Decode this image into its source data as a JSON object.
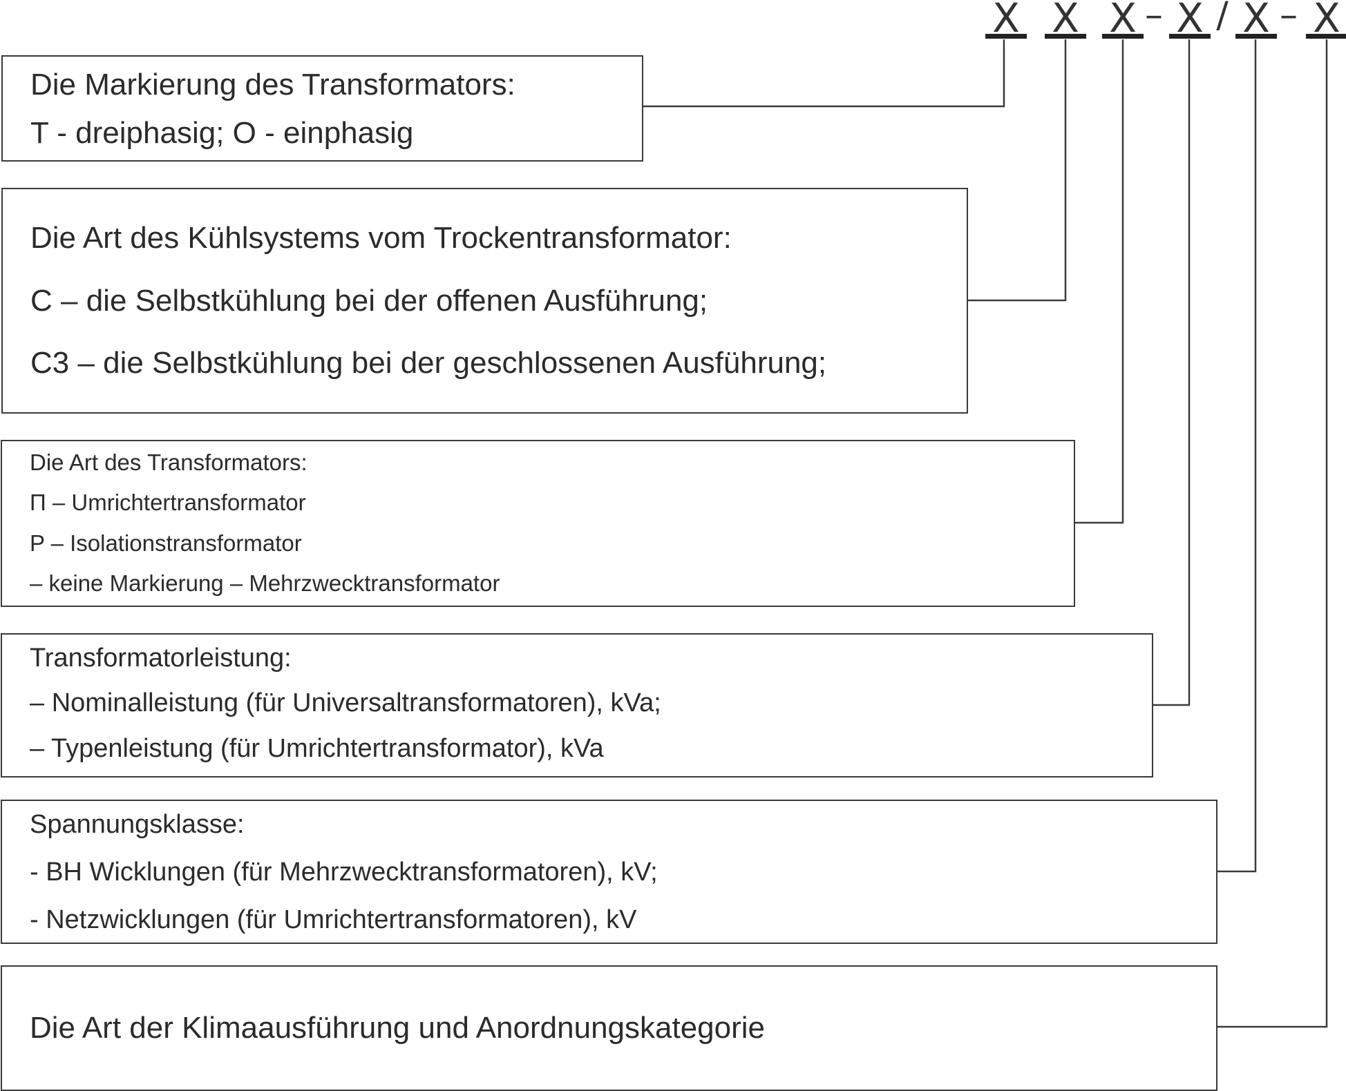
{
  "code": {
    "chars": [
      "X",
      "X",
      "X",
      "X",
      "X",
      "X"
    ],
    "separators": [
      "–",
      "/",
      "–"
    ]
  },
  "boxes": [
    {
      "lines": [
        "Die Markierung des Transformators:",
        "T - dreiphasig; O - einphasig"
      ]
    },
    {
      "lines": [
        "Die Art des Kühlsystems vom Trockentransformator:",
        "C –  die Selbstkühlung bei der offenen Ausführung;",
        "C3 – die Selbstkühlung bei der geschlossenen Ausführung;"
      ]
    },
    {
      "lines": [
        "Die Art des Transformators:",
        "П – Umrichtertransformator",
        "P – Isolationstransformator",
        "– keine Markierung – Mehrzwecktransformator"
      ]
    },
    {
      "lines": [
        "Transformatorleistung:",
        "– Nominalleistung (für Universaltransformatoren), kVa;",
        "– Typenleistung (für Umrichtertransformator), kVa"
      ]
    },
    {
      "lines": [
        "Spannungsklasse:",
        "- BH Wicklungen (für Mehrzwecktransformatoren), kV;",
        "- Netzwicklungen (für Umrichtertransformatoren), kV"
      ]
    },
    {
      "lines": [
        "Die Art der Klimaausführung und Anordnungskategorie"
      ]
    }
  ]
}
